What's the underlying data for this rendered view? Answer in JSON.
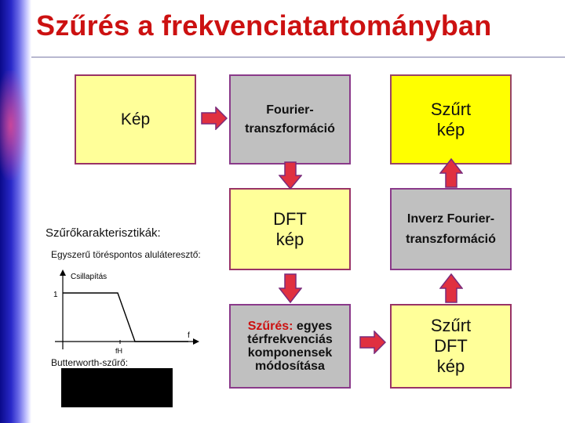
{
  "title": "Szűrés a frekvenciatartományban",
  "boxes": {
    "kep": "Kép",
    "fourier": "Fourier-\ntranszformáció",
    "szurt_kep": "Szűrt\nkép",
    "dft_kep": "DFT\nkép",
    "inverz_fourier": "Inverz Fourier-\ntranszformáció",
    "szures_highlight": "Szűrés:",
    "szures_rest": " egyes térfrekvenciás komponensek módosítása",
    "szurt_dft_kep": "Szűrt\nDFT\nkép"
  },
  "labels": {
    "characteristics": "Szűrőkarakterisztikák:",
    "lowpass": "Egyszerű töréspontos aluláteresztő:",
    "butterworth": "Butterworth-szűrő:"
  },
  "plot": {
    "y_label": "Csillapítás",
    "y_tick": "1",
    "x_label": "f",
    "cutoff_label": "fH"
  },
  "colors": {
    "title": "#cc1111",
    "box_border": "#993366",
    "yellow": "#ffff99",
    "bright_yellow": "#ffff00",
    "gray": "#c0c0c0",
    "arrow_red": "#e03040",
    "arrow_border": "#7a2a7a"
  }
}
